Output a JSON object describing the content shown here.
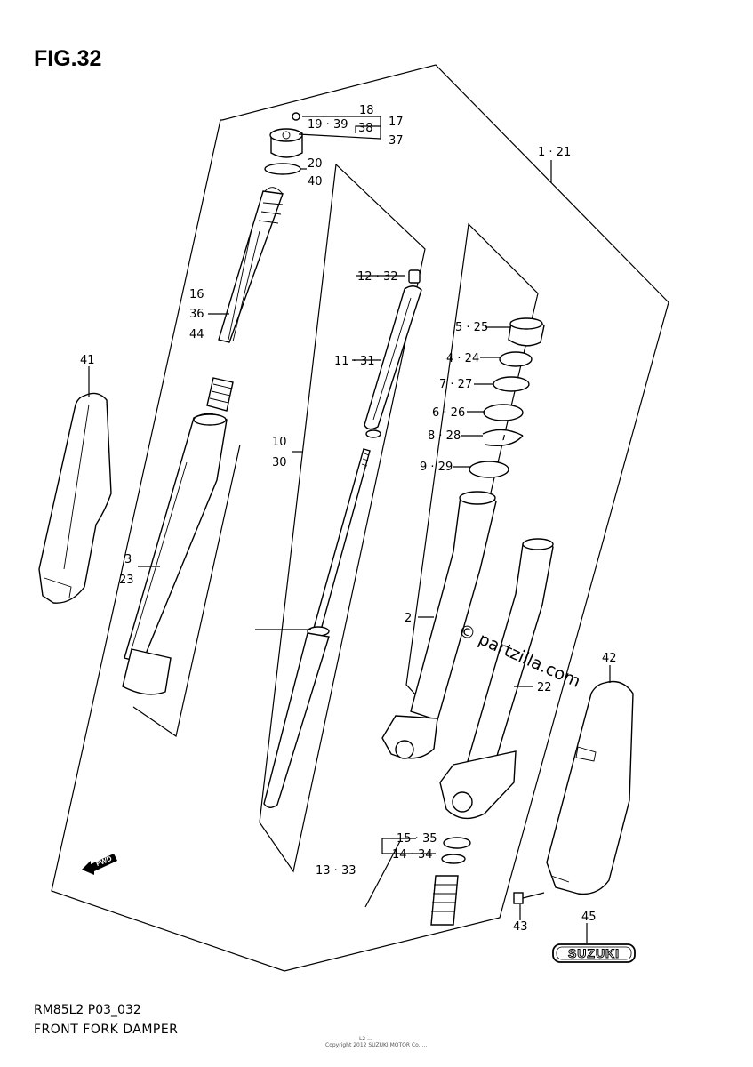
{
  "figure": {
    "title": "FIG.32",
    "model_code": "RM85L2 P03_032",
    "section_name": "FRONT FORK DAMPER",
    "micro_code": "L2 ...",
    "micro_note": "Copyright 2012 SUZUKI MOTOR Co. ... ",
    "watermark": "© partzilla.com",
    "brand_emblem_text": "SUZUKI",
    "fwd_arrow_text": "FWD"
  },
  "callouts": [
    {
      "id": "c-18",
      "text": "18"
    },
    {
      "id": "c-19-39",
      "text": "19 · 39"
    },
    {
      "id": "c-38",
      "text": "38"
    },
    {
      "id": "c-17",
      "text": "17"
    },
    {
      "id": "c-37",
      "text": "37"
    },
    {
      "id": "c-20",
      "text": "20"
    },
    {
      "id": "c-40",
      "text": "40"
    },
    {
      "id": "c-1-21",
      "text": "1 · 21"
    },
    {
      "id": "c-16",
      "text": "16"
    },
    {
      "id": "c-36",
      "text": "36"
    },
    {
      "id": "c-44",
      "text": "44"
    },
    {
      "id": "c-12-32",
      "text": "12 · 32"
    },
    {
      "id": "c-5-25",
      "text": "5 · 25"
    },
    {
      "id": "c-4-24",
      "text": "4 · 24"
    },
    {
      "id": "c-7-27",
      "text": "7 · 27"
    },
    {
      "id": "c-6-26",
      "text": "6 · 26"
    },
    {
      "id": "c-8-28",
      "text": "8 · 28"
    },
    {
      "id": "c-9-29",
      "text": "9 · 29"
    },
    {
      "id": "c-11-31",
      "text": "11 · 31"
    },
    {
      "id": "c-41",
      "text": "41"
    },
    {
      "id": "c-10",
      "text": "10"
    },
    {
      "id": "c-30",
      "text": "30"
    },
    {
      "id": "c-3",
      "text": "3"
    },
    {
      "id": "c-23",
      "text": "23"
    },
    {
      "id": "c-2",
      "text": "2"
    },
    {
      "id": "c-22",
      "text": "22"
    },
    {
      "id": "c-42",
      "text": "42"
    },
    {
      "id": "c-15-35",
      "text": "15 · 35"
    },
    {
      "id": "c-14-34",
      "text": "14 · 34"
    },
    {
      "id": "c-13-33",
      "text": "13 · 33"
    },
    {
      "id": "c-43",
      "text": "43"
    },
    {
      "id": "c-45",
      "text": "45"
    }
  ]
}
